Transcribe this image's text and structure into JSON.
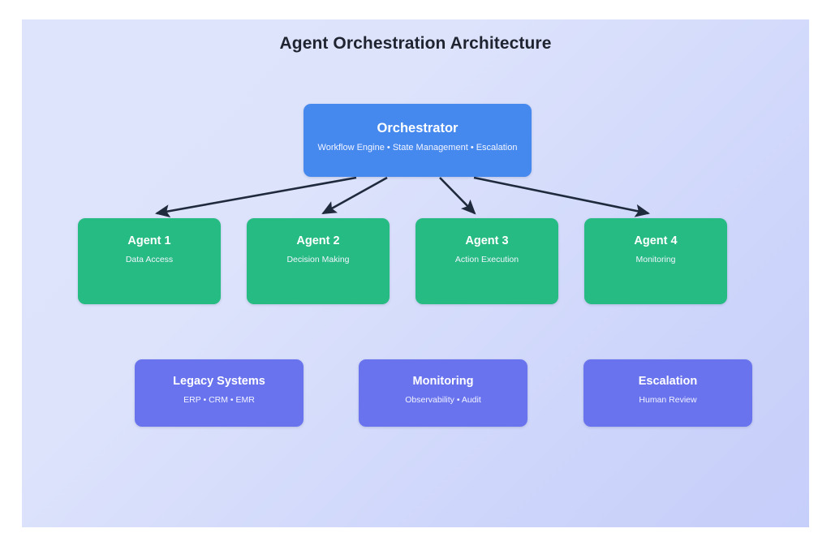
{
  "diagram": {
    "title": "Agent Orchestration Architecture",
    "background": {
      "gradient_start": "#dee4fc",
      "gradient_end": "#c6cefa"
    },
    "colors": {
      "orchestrator": "#4589ef",
      "agent": "#26bb82",
      "support": "#6a73ee",
      "arrow": "#1f2a3d",
      "title_text": "#1f2430",
      "node_text": "#ffffff"
    },
    "orchestrator": {
      "title": "Orchestrator",
      "subtitle": "Workflow Engine • State Management • Escalation"
    },
    "agents": [
      {
        "title": "Agent 1",
        "subtitle": "Data Access"
      },
      {
        "title": "Agent 2",
        "subtitle": "Decision Making"
      },
      {
        "title": "Agent 3",
        "subtitle": "Action Execution"
      },
      {
        "title": "Agent 4",
        "subtitle": "Monitoring"
      }
    ],
    "support_systems": [
      {
        "title": "Legacy Systems",
        "subtitle": "ERP • CRM • EMR"
      },
      {
        "title": "Monitoring",
        "subtitle": "Observability • Audit"
      },
      {
        "title": "Escalation",
        "subtitle": "Human Review"
      }
    ],
    "connections": [
      {
        "from": "Orchestrator",
        "to": "Agent 1",
        "style": "arrow"
      },
      {
        "from": "Orchestrator",
        "to": "Agent 2",
        "style": "arrow"
      },
      {
        "from": "Orchestrator",
        "to": "Agent 3",
        "style": "arrow"
      },
      {
        "from": "Orchestrator",
        "to": "Agent 4",
        "style": "arrow"
      }
    ]
  }
}
